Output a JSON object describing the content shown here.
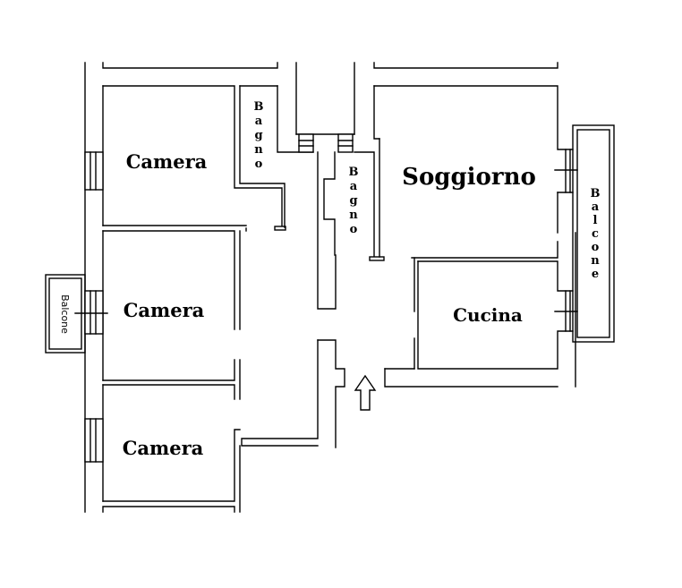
{
  "rooms": {
    "camera_top": "Camera",
    "camera_middle": "Camera",
    "camera_bottom": "Camera",
    "bagno_left": "Bagno",
    "bagno_center": "Bagno",
    "soggiorno": "Soggiorno",
    "cucina": "Cucina",
    "balcone_right": "Balcone",
    "balcone_left": "Balcone"
  },
  "entrance_icon": "up-arrow-icon"
}
